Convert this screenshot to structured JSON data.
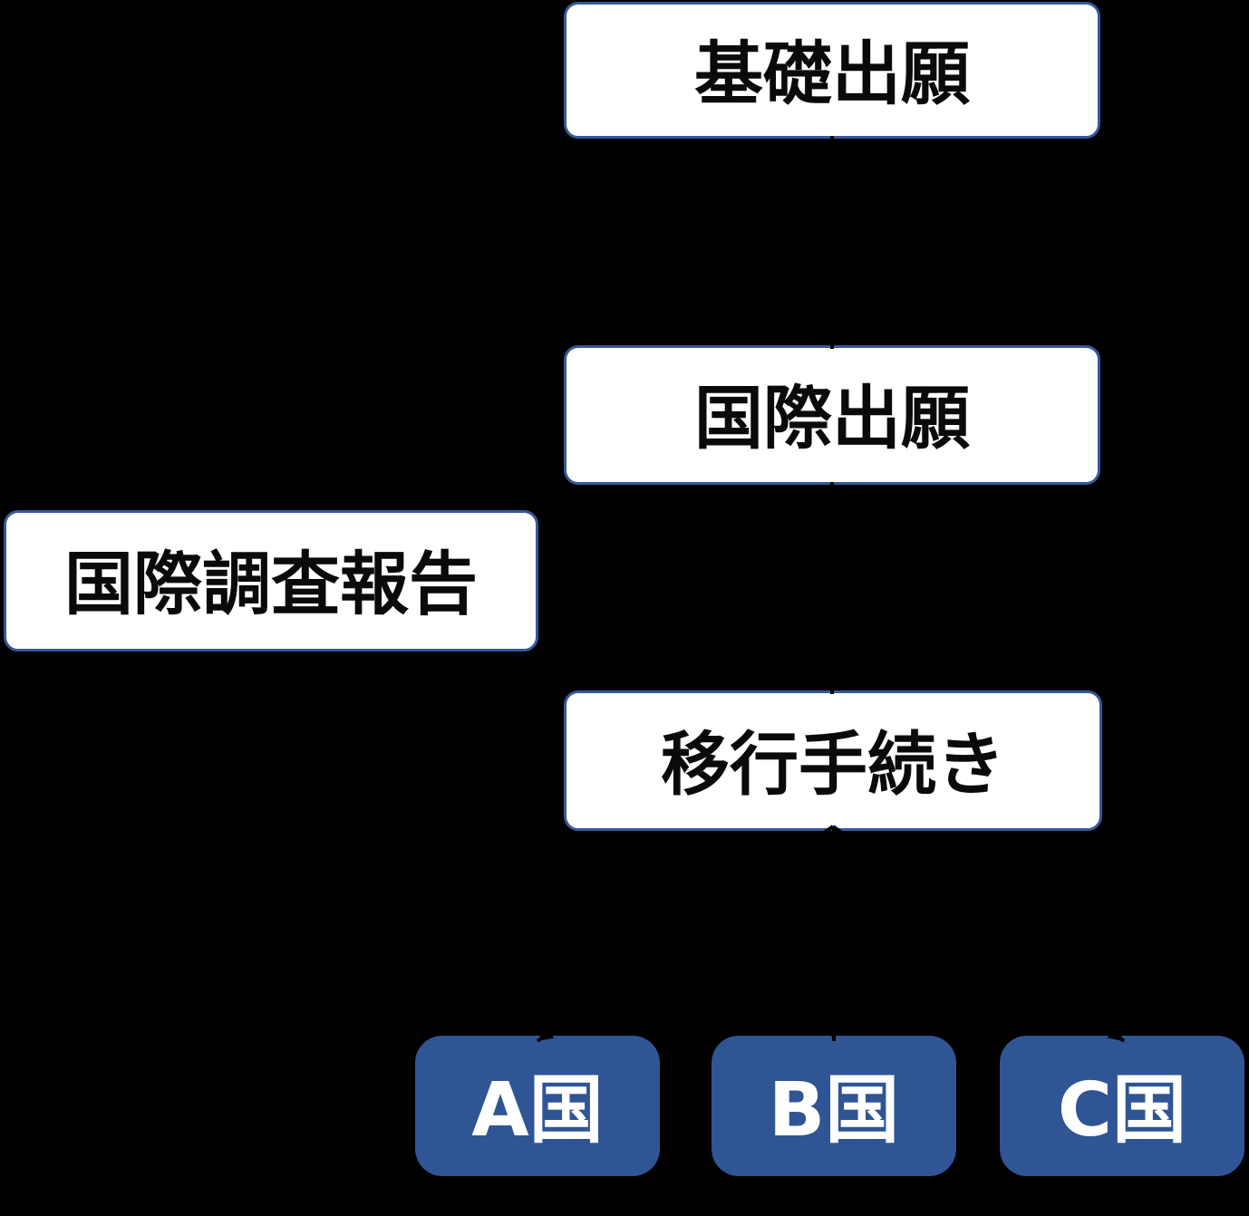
{
  "diagram": {
    "background": "#000000",
    "arrow_color": "#000000",
    "nodes": {
      "basic_application": {
        "label": "基礎出願",
        "fill": "#FFFFFF",
        "border": "#36589B",
        "text_color": "#0A0A0A"
      },
      "international_application": {
        "label": "国際出願",
        "fill": "#FFFFFF",
        "border": "#36589B",
        "text_color": "#0A0A0A"
      },
      "international_search_report": {
        "label": "国際調査報告",
        "fill": "#FFFFFF",
        "border": "#36589B",
        "text_color": "#0A0A0A"
      },
      "national_phase_entry": {
        "label": "移行手続き",
        "fill": "#FFFFFF",
        "border": "#36589B",
        "text_color": "#0A0A0A"
      },
      "country_a": {
        "label": "A国",
        "fill": "#2F5594",
        "text_color": "#FFFFFF"
      },
      "country_b": {
        "label": "B国",
        "fill": "#2F5594",
        "text_color": "#FFFFFF"
      },
      "country_c": {
        "label": "C国",
        "fill": "#2F5594",
        "text_color": "#FFFFFF"
      }
    },
    "connections": [
      {
        "from": "basic_application",
        "to": "international_application",
        "color": "#000000"
      },
      {
        "from": "international_application",
        "to": "international_search_report",
        "color": "#000000"
      },
      {
        "from": "international_application",
        "to": "national_phase_entry",
        "color": "#000000"
      },
      {
        "from": "national_phase_entry",
        "to": "country_a",
        "color": "#000000"
      },
      {
        "from": "national_phase_entry",
        "to": "country_b",
        "color": "#000000"
      },
      {
        "from": "national_phase_entry",
        "to": "country_c",
        "color": "#000000"
      }
    ]
  }
}
